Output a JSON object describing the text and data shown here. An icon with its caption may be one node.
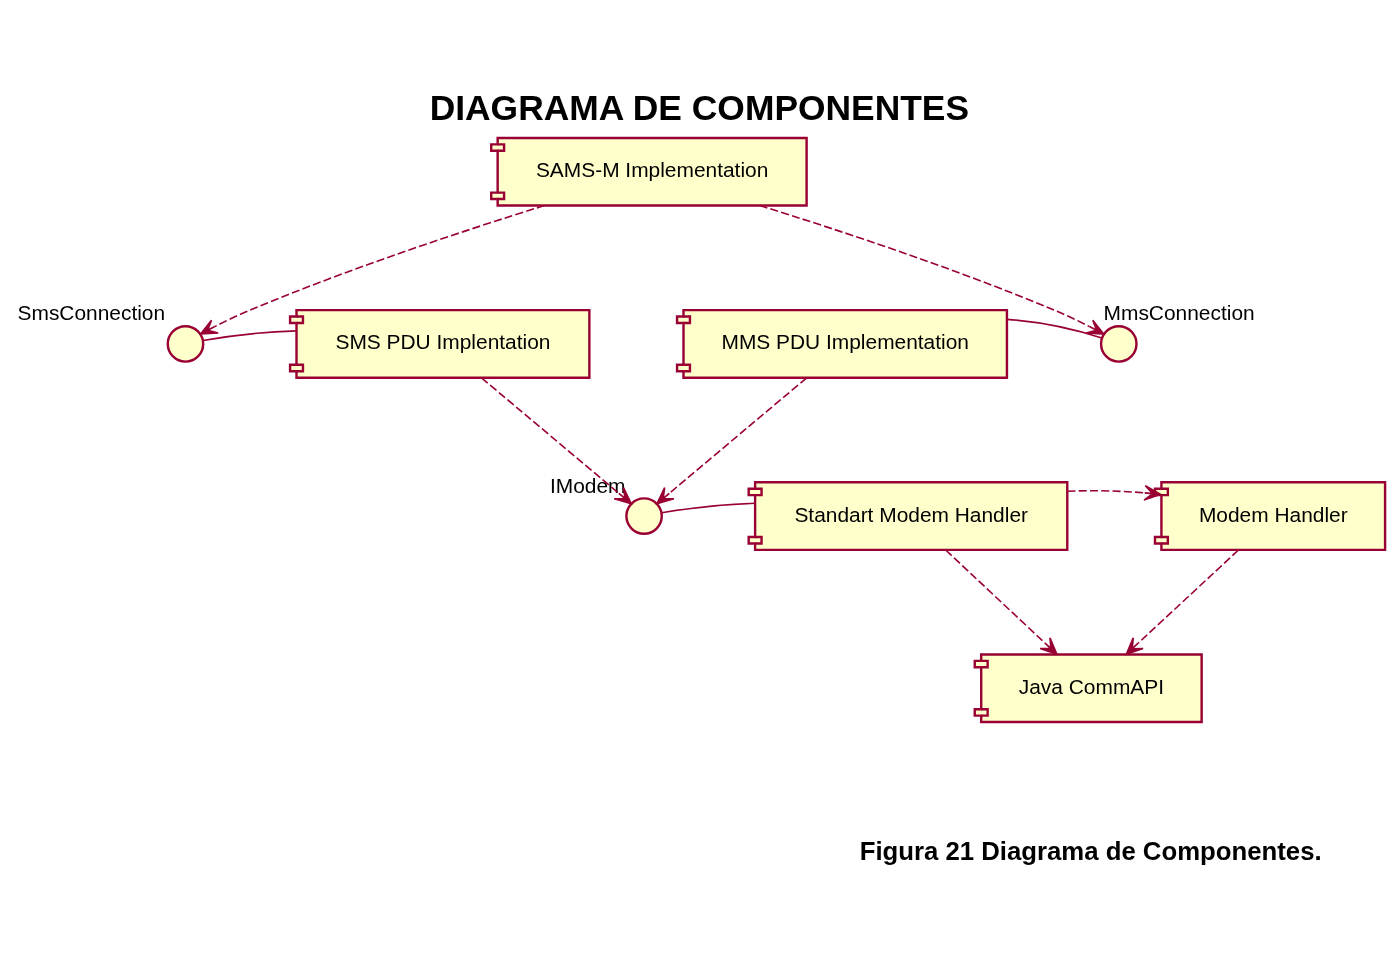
{
  "diagram": {
    "title": "DIAGRAMA DE COMPONENTES",
    "caption": "Figura 21 Diagrama de Componentes.",
    "nodes": [
      {
        "text": [
          "SAMS-M Implementation"
        ]
      },
      {
        "text": [],
        "shape": "circle",
        "beside": [
          "SmsConnection"
        ]
      },
      {
        "text": [
          "SMS PDU Implentation"
        ]
      },
      {
        "text": [
          "MMS PDU Implementation"
        ]
      },
      {
        "text": [],
        "shape": "circle",
        "beside": [
          "MmsConnection"
        ]
      },
      {
        "text": [],
        "shape": "circle",
        "beside": [
          "IModem"
        ]
      },
      {
        "text": [
          "Standart Modem Handler"
        ]
      },
      {
        "text": [
          "Modem Handler"
        ]
      },
      {
        "text": [
          "Java CommAPI"
        ]
      }
    ],
    "edges": [
      {
        "from": 0,
        "to": 1,
        "arrow": "to",
        "style": "dashed"
      },
      {
        "from": 0,
        "to": 4,
        "arrow": "to",
        "style": "dashed"
      },
      {
        "from": 2,
        "to": 1,
        "arrow": "none"
      },
      {
        "from": 3,
        "to": 4,
        "arrow": "none"
      },
      {
        "from": 2,
        "to": 5,
        "arrow": "to",
        "style": "dashed"
      },
      {
        "from": 3,
        "to": 5,
        "arrow": "to",
        "style": "dashed"
      },
      {
        "from": 6,
        "to": 5,
        "arrow": "none"
      },
      {
        "from": 6,
        "to": 7,
        "arrow": "to",
        "style": "dashed"
      },
      {
        "from": 7,
        "to": 8,
        "arrow": "to",
        "style": "dashed"
      },
      {
        "from": 6,
        "to": 8,
        "arrow": "to",
        "style": "dashed"
      }
    ]
  }
}
